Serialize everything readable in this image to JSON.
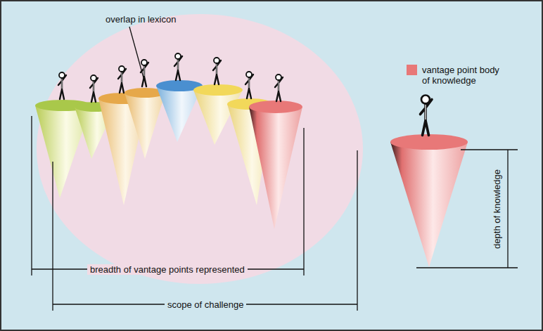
{
  "diagram": {
    "labels": [
      "overlap in lexicon",
      "breadth of vantage points represented",
      "scope of challenge",
      "depth of knowledge"
    ],
    "legend": [
      {
        "text": "vantage point body of knowledge",
        "color": "#e87878"
      }
    ]
  }
}
